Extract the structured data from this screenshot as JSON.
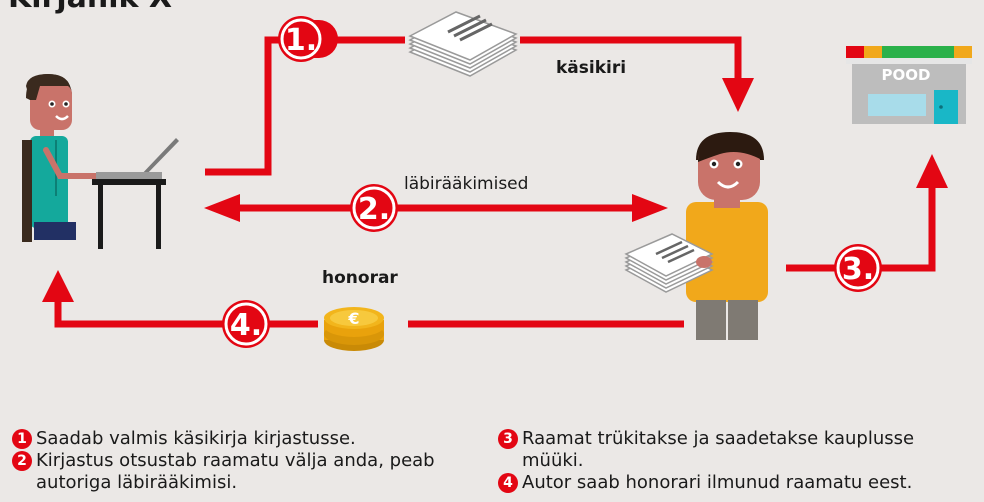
{
  "title": "Kirjanik X",
  "labels": {
    "manuscript": "käsikiri",
    "negotiations": "läbirääkimised",
    "royalty": "honorar",
    "shop": "POOD"
  },
  "steps": [
    {
      "number": "1.",
      "badge": "1",
      "text": "Saadab valmis käsikirja kirjastusse."
    },
    {
      "number": "2.",
      "badge": "2",
      "text": "Kirjastus otsustab raamatu välja anda, peab autoriga läbirääkimisi."
    },
    {
      "number": "3.",
      "badge": "3",
      "text": "Raamat trükitakse ja saadetakse kauplusse müüki."
    },
    {
      "number": "4.",
      "badge": "4",
      "text": "Autor saab honorari ilmunud raamatu eest."
    }
  ],
  "colors": {
    "accent": "#e30613",
    "background": "#ebe8e6",
    "shirt": "#f1a81b",
    "author_shirt": "#14a99c"
  }
}
